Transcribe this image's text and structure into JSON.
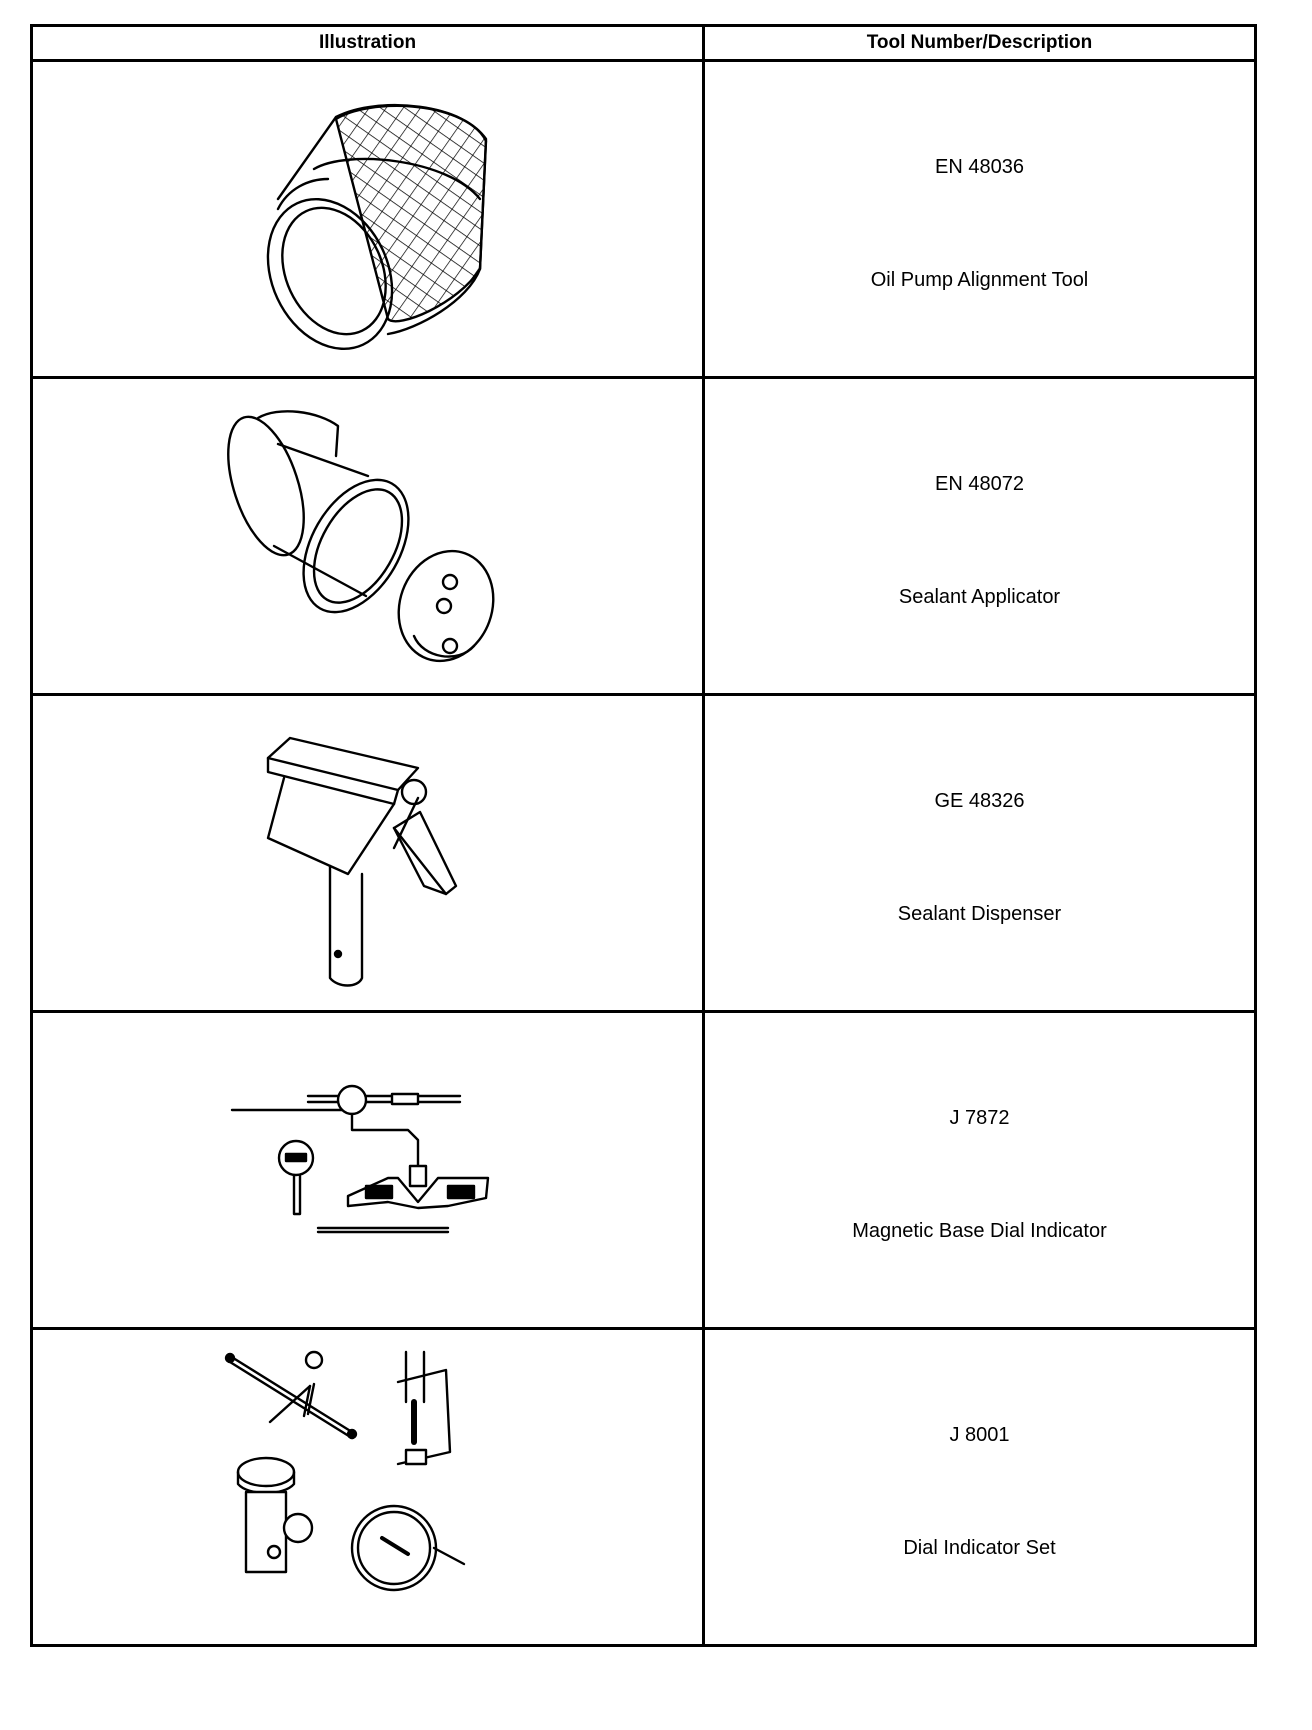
{
  "table": {
    "headers": {
      "illustration": "Illustration",
      "tool": "Tool Number/Description"
    },
    "rows": [
      {
        "number": "EN 48036",
        "description": "Oil Pump Alignment Tool",
        "icon": "knurled-ring-icon"
      },
      {
        "number": "EN 48072",
        "description": "Sealant Applicator",
        "icon": "applicator-sleeve-icon"
      },
      {
        "number": "GE 48326",
        "description": "Sealant Dispenser",
        "icon": "dispenser-gun-icon"
      },
      {
        "number": "J 7872",
        "description": "Magnetic Base Dial Indicator",
        "icon": "magnetic-base-indicator-icon"
      },
      {
        "number": "J 8001",
        "description": "Dial Indicator Set",
        "icon": "dial-indicator-set-icon"
      }
    ]
  }
}
